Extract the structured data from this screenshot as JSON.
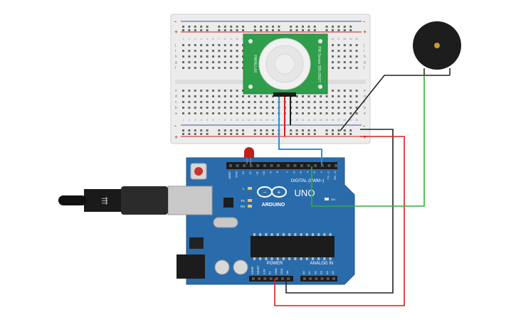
{
  "breadboard": {
    "row_letters_top": [
      "j",
      "i",
      "h",
      "g",
      "f"
    ],
    "row_letters_bottom": [
      "e",
      "d",
      "c",
      "b",
      "a"
    ],
    "rail_plus": "+",
    "rail_minus": "-",
    "column_numbers": [
      "1",
      "2",
      "3",
      "4",
      "5",
      "6",
      "7",
      "8",
      "9",
      "10",
      "11",
      "12",
      "13",
      "14",
      "15",
      "16",
      "17",
      "18",
      "19",
      "20",
      "21",
      "22",
      "23",
      "24",
      "25",
      "26",
      "27",
      "28",
      "29",
      "30"
    ]
  },
  "pir_sensor": {
    "brand": "PARALLAX",
    "part": "555-28027",
    "label": "PIR Sensor"
  },
  "arduino": {
    "logo_text": "ARDUINO",
    "model": "UNO",
    "on_label": "ON",
    "digital_label": "DIGITAL (PWM~)",
    "power_label": "POWER",
    "analog_label": "ANALOG IN",
    "led_l": "L",
    "led_tx": "TX",
    "led_rx": "RX",
    "digital_pins": [
      "AREF",
      "GND",
      "13",
      "12",
      "~11",
      "~10",
      "~9",
      "8",
      "7",
      "~6",
      "~5",
      "4",
      "~3",
      "2",
      "TX→1",
      "RX←0"
    ],
    "power_pins": [
      "IOREF",
      "RESET",
      "3.3V",
      "5V",
      "GND",
      "GND",
      "Vin"
    ],
    "analog_pins": [
      "A0",
      "A1",
      "A2",
      "A3",
      "A4",
      "A5"
    ]
  },
  "wires": {
    "signal_color": "#2a8fd6",
    "power_color": "#d91e1e",
    "ground_color": "#222222",
    "buzzer_color": "#2fae3c"
  },
  "colors": {
    "board_blue": "#2a6cab",
    "pir_green": "#2e9e4a",
    "led_red": "#c0201a"
  }
}
